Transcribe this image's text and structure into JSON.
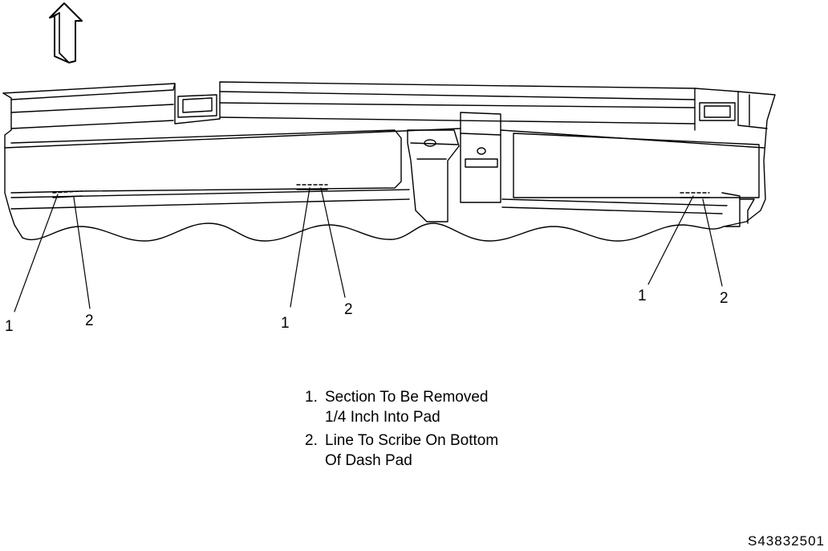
{
  "callouts": [
    {
      "id": "c1",
      "label": "1"
    },
    {
      "id": "c2",
      "label": "2"
    },
    {
      "id": "c3",
      "label": "1"
    },
    {
      "id": "c4",
      "label": "2"
    },
    {
      "id": "c5",
      "label": "1"
    },
    {
      "id": "c6",
      "label": "2"
    }
  ],
  "legend": [
    {
      "number": "1.",
      "lines": [
        "Section To Be Removed",
        "1/4 Inch Into Pad"
      ]
    },
    {
      "number": "2.",
      "lines": [
        "Line To Scribe On Bottom",
        "Of Dash Pad"
      ]
    }
  ],
  "figure_id": "S43832501",
  "icons": {
    "direction_arrow": "front-direction-arrow-icon"
  }
}
